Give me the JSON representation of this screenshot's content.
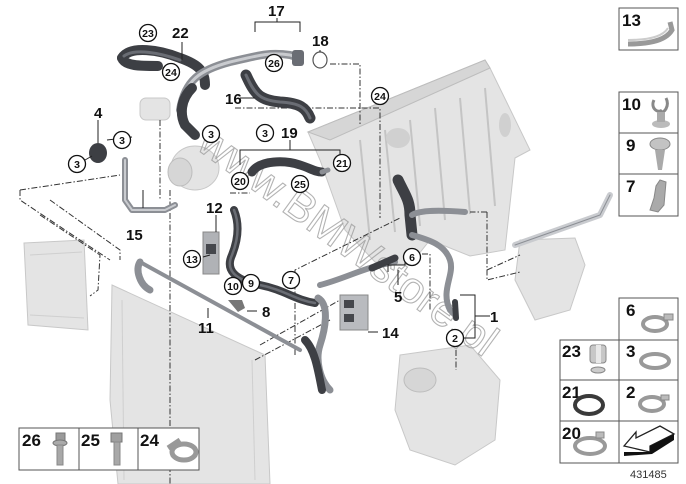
{
  "diagram": {
    "title": "Cooling system coolant hoses",
    "figure_number": "431485",
    "watermark": "www.BMWstore.pl",
    "callouts": {
      "c1": "1",
      "c4": "4",
      "c5": "5",
      "c8": "8",
      "c11": "11",
      "c12": "12",
      "c14": "14",
      "c15": "15",
      "c16": "16",
      "c17": "17",
      "c18": "18",
      "c19": "19",
      "c22": "22"
    },
    "circled": {
      "c2": "2",
      "c3a": "3",
      "c3b": "3",
      "c3c": "3",
      "c3d": "3",
      "c6": "6",
      "c7": "7",
      "c9": "9",
      "c10": "10",
      "c13": "13",
      "c20": "20",
      "c21": "21",
      "c23": "23",
      "c24a": "24",
      "c24b": "24",
      "c25": "25",
      "c26": "26"
    },
    "legend_right_top": [
      {
        "number": "13",
        "part": "hose-clip-bracket"
      }
    ],
    "legend_right_mid": [
      {
        "number": "10",
        "part": "holder-clip"
      },
      {
        "number": "9",
        "part": "expanding-rivet"
      },
      {
        "number": "7",
        "part": "retaining-clip"
      }
    ],
    "legend_right_bottom": [
      {
        "number": "6",
        "part": "spring-band-clamp"
      },
      {
        "number": "23",
        "part": "hose-holder"
      },
      {
        "number": "3",
        "part": "hose-clamp"
      },
      {
        "number": "21",
        "part": "o-ring"
      },
      {
        "number": "2",
        "part": "spring-band-clamp"
      },
      {
        "number": "20",
        "part": "spring-band-clamp"
      },
      {
        "number": "",
        "part": "direction-arrow"
      }
    ],
    "legend_bottom_left": [
      {
        "number": "26",
        "part": "screw"
      },
      {
        "number": "25",
        "part": "hex-bolt"
      },
      {
        "number": "24",
        "part": "hose-clamp"
      }
    ]
  }
}
